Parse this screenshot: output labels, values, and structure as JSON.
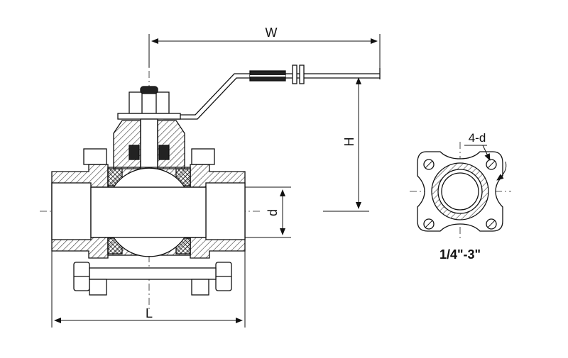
{
  "labels": {
    "width": "W",
    "height": "H",
    "diameter": "d",
    "length": "L",
    "holes": "4-d",
    "size_range": "1/4\"-3\""
  },
  "colors": {
    "line": "#1a1a1a",
    "hatch": "#333333",
    "background": "#ffffff"
  }
}
